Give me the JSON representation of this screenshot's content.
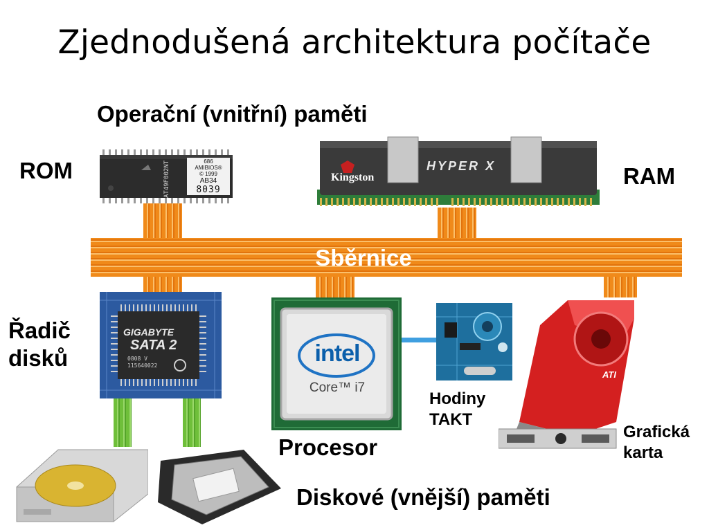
{
  "title": "Zjednodušená architektura počítače",
  "labels": {
    "internal_memory": "Operační (vnitřní) paměti",
    "rom": "ROM",
    "ram": "RAM",
    "bus": "Sběrnice",
    "disk_controller": [
      "Řadič",
      "disků"
    ],
    "processor": "Procesor",
    "clock": [
      "Hodiny",
      "TAKT"
    ],
    "graphics_card": [
      "Grafická",
      "karta"
    ],
    "external_memory": "Diskové (vnější) paměti"
  },
  "chip_text": {
    "rom_chip": [
      "686",
      "AMIBIOS®",
      "© 1999",
      "AB34",
      "8039"
    ],
    "rom_side": "AT49F002NT",
    "ram_brand": "Kingston",
    "ram_series": "HYPER X",
    "controller_brand": "GIGABYTE",
    "controller_model": "SATA 2",
    "controller_codes": [
      "0808 V",
      "115640022"
    ],
    "cpu_brand": "intel",
    "cpu_model": "Core™ i7",
    "gpu_brand": "ATI"
  },
  "colors": {
    "bus": "#f08a1a",
    "disk_link": "#6fbf3a",
    "clock_link": "#3f9fe0",
    "gpu_red": "#d42020",
    "pcb_blue": "#2c5aa0",
    "pcb_green": "#2d7a3a"
  }
}
